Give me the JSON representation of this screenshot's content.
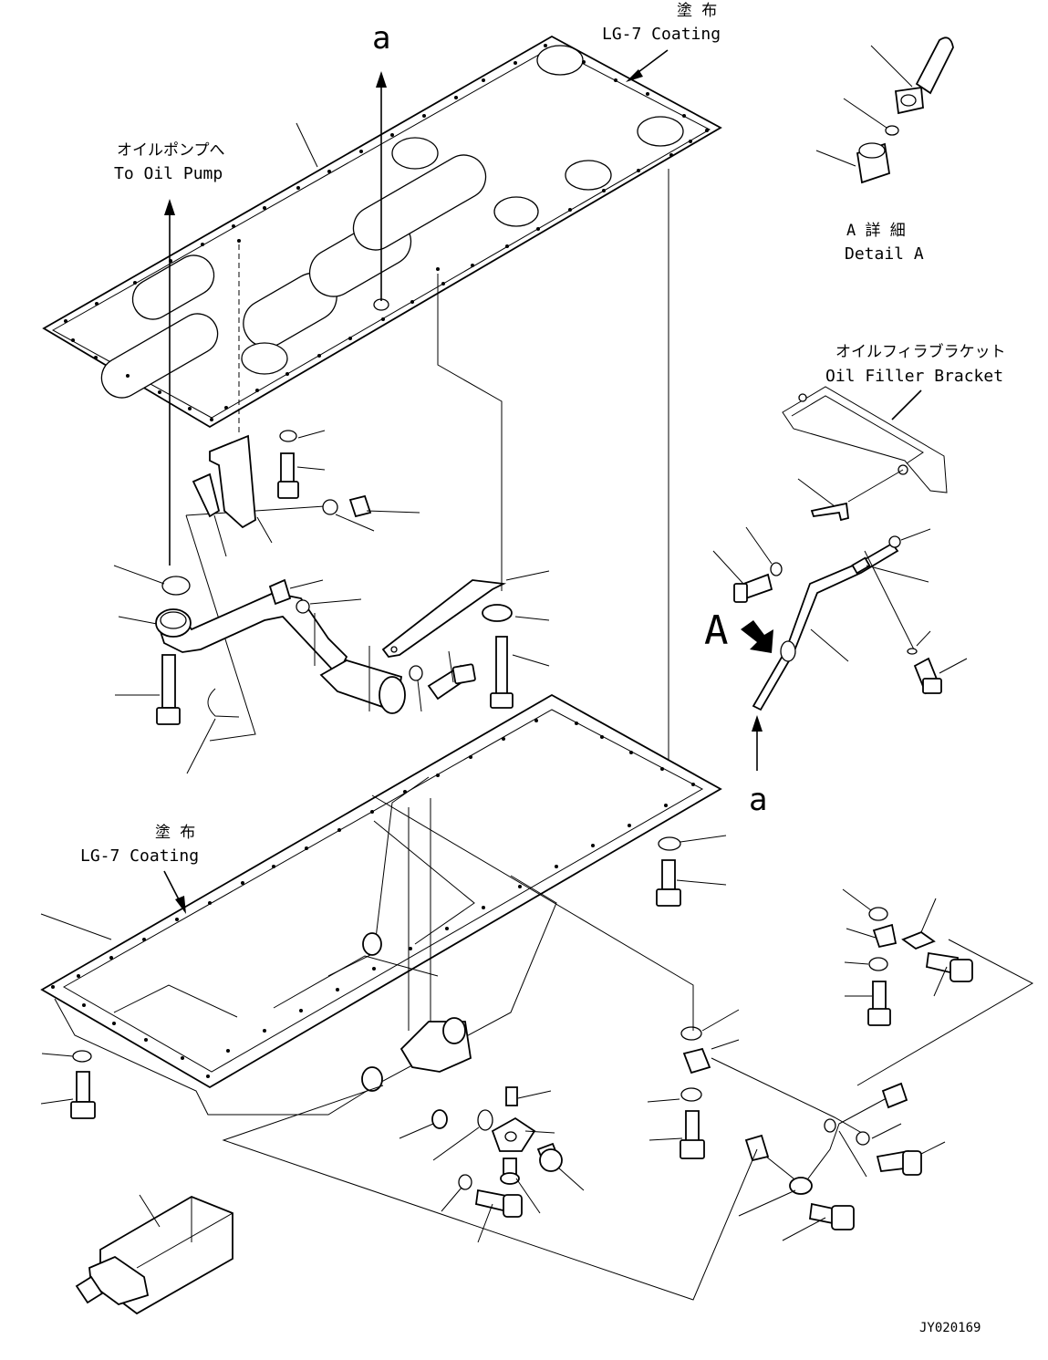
{
  "labels": {
    "coating_top_jp": "塗 布",
    "coating_top_en": "LG-7 Coating",
    "arrow_a_top": "a",
    "oil_pump_jp": "オイルポンプへ",
    "oil_pump_en": "To Oil Pump",
    "detail_a_jp": "A 詳 細",
    "detail_a_en": "Detail A",
    "filler_bracket_jp": "オイルフィラブラケット",
    "filler_bracket_en": "Oil Filler Bracket",
    "view_a": "A",
    "arrow_a_bottom": "a",
    "coating_bottom_jp": "塗 布",
    "coating_bottom_en": "LG-7 Coating",
    "drawing_id": "JY020169"
  }
}
